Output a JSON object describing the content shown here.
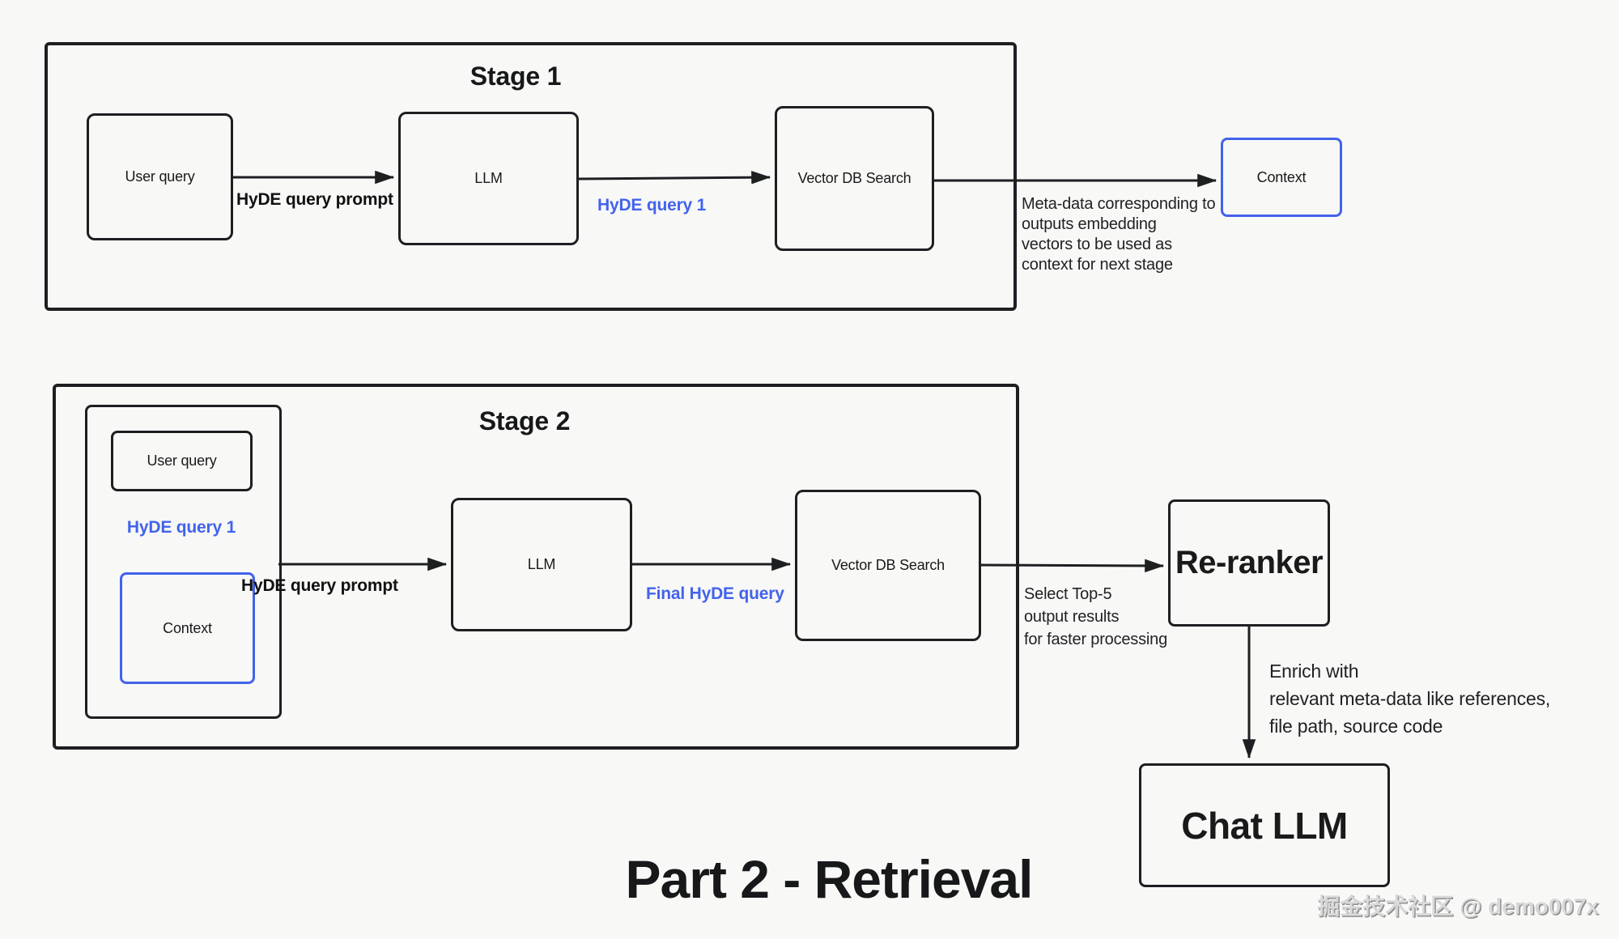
{
  "colors": {
    "blue": "#4263eb",
    "ink": "#1d1f21",
    "bg": "#f8f8f7"
  },
  "title": "Part 2 - Retrieval",
  "watermark": "掘金技术社区 @ demo007x",
  "stage1": {
    "title": "Stage 1",
    "user_query": "User query",
    "llm": "LLM",
    "vector_db": "Vector DB Search",
    "context": "Context",
    "prompt_label": "HyDE query prompt",
    "query_label": "HyDE query 1",
    "meta_note": "Meta-data corresponding to\noutputs embedding\nvectors to be used as\ncontext for next stage"
  },
  "stage2": {
    "title": "Stage 2",
    "user_query": "User query",
    "query_label": "HyDE query 1",
    "context": "Context",
    "prompt_label": "HyDE query prompt",
    "llm": "LLM",
    "final_query_label": "Final HyDE query",
    "vector_db": "Vector DB Search",
    "select_note": "Select Top-5\noutput results\nfor faster processing",
    "reranker": "Re-ranker",
    "enrich_note": "Enrich with\nrelevant meta-data like references,\nfile path, source code",
    "chat_llm": "Chat LLM"
  }
}
